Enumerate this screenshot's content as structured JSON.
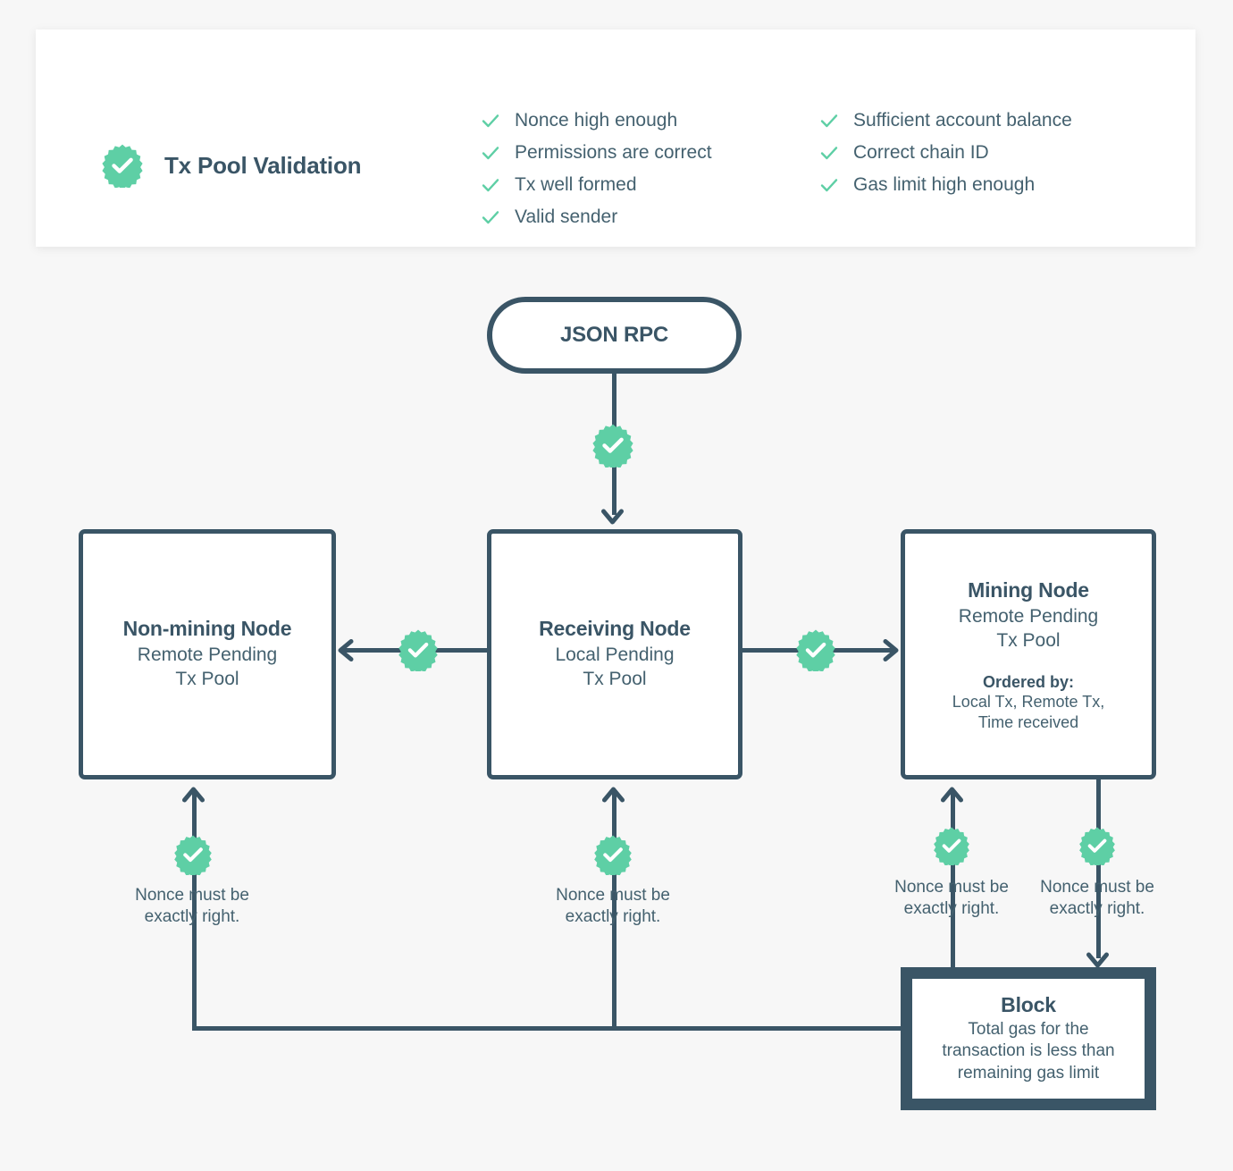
{
  "validation_card": {
    "title": "Tx Pool Validation",
    "badge_icon": "check-badge-icon",
    "columns": [
      {
        "items": [
          "Nonce high enough",
          "Permissions are correct",
          "Tx well formed",
          "Valid sender"
        ]
      },
      {
        "items": [
          "Sufficient account balance",
          "Correct chain ID",
          "Gas limit high enough"
        ]
      }
    ]
  },
  "nodes": {
    "json_rpc": {
      "title": "JSON RPC"
    },
    "non_mining": {
      "title": "Non-mining Node",
      "subtitle": "Remote Pending\nTx Pool"
    },
    "receiving": {
      "title": "Receiving Node",
      "subtitle": "Local Pending\nTx Pool"
    },
    "mining": {
      "title": "Mining Node",
      "subtitle": "Remote Pending\nTx Pool",
      "ordered_by_label": "Ordered by:",
      "ordered_by_value": "Local Tx, Remote Tx,\nTime received"
    },
    "block": {
      "title": "Block",
      "subtitle": "Total gas for the\ntransaction is less than\nremaining gas limit"
    }
  },
  "notes": {
    "nonce_left": "Nonce must be\nexactly right.",
    "nonce_center": "Nonce must be\nexactly right.",
    "nonce_mining_left": "Nonce must be\nexactly right.",
    "nonce_mining_right": "Nonce must be\nexactly right."
  },
  "colors": {
    "accent_green": "#5ecfa5",
    "dark_navy": "#3a5566",
    "text_body": "#44616f",
    "page_background": "#f7f7f7",
    "card_background": "#ffffff"
  },
  "icons": {
    "badge": "check-badge-icon",
    "check": "check-mark-icon",
    "arrow_down": "arrow-down-icon",
    "arrow_up": "arrow-up-icon",
    "arrow_left": "arrow-left-icon",
    "arrow_right": "arrow-right-icon"
  }
}
